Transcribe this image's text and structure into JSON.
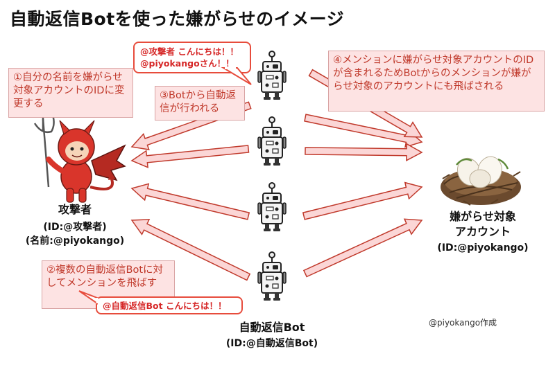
{
  "title": "自動返信Botを使った嫌がらせのイメージ",
  "notes": {
    "step1": "①自分の名前を嫌がらせ対象アカウントのIDに変更する",
    "step2": "②複数の自動返信Botに対してメンションを飛ばす",
    "step3": "③Botから自動返信が行われる",
    "step4": "④メンションに嫌がらせ対象アカウントのIDが含まれるためBotからのメンションが嫌がらせ対象のアカウントにも飛ばされる"
  },
  "bubbles": {
    "bot_reply_line1": "@攻撃者 こんにちは！！",
    "bot_reply_line2": "@piyokangoさん！！",
    "attacker_mention": "@自動返信Bot こんにちは！！"
  },
  "attacker": {
    "name": "攻撃者",
    "id": "(ID:@攻撃者)",
    "display_name": "(名前:@piyokango)"
  },
  "bot": {
    "name": "自動返信Bot",
    "id": "(ID:@自動返信Bot)"
  },
  "target": {
    "name_line1": "嫌がらせ対象",
    "name_line2": "アカウント",
    "id": "(ID:@piyokango)"
  },
  "credit": "@piyokango作成",
  "colors": {
    "arrow_fill": "#fbd6d6",
    "arrow_stroke": "#c0392b",
    "note_bg": "#fde3e3",
    "bubble_border": "#e74c3c",
    "devil": "#d9352b"
  }
}
